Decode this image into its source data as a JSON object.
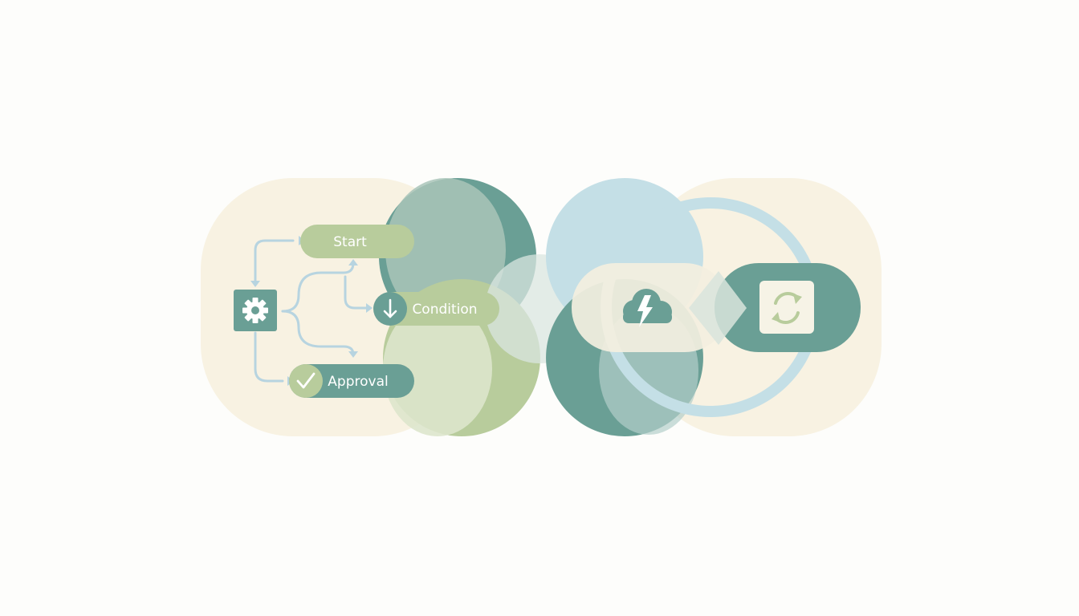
{
  "workflow": {
    "nodes": {
      "start": {
        "label": "Start"
      },
      "condition": {
        "label": "Condition"
      },
      "approval": {
        "label": "Approval"
      }
    },
    "icons": {
      "settings": "gear-icon",
      "condition": "arrow-down-icon",
      "approval": "checkmark-icon"
    }
  },
  "integration": {
    "icons": {
      "trigger": "cloud-lightning-icon",
      "sync": "sync-icon"
    }
  },
  "colors": {
    "cream": "#f8f2e2",
    "teal": "#6a9f95",
    "sage": "#b8cc9c",
    "light_blue": "#c4dfe6",
    "connector": "#b7d4e0",
    "white": "#ffffff"
  }
}
